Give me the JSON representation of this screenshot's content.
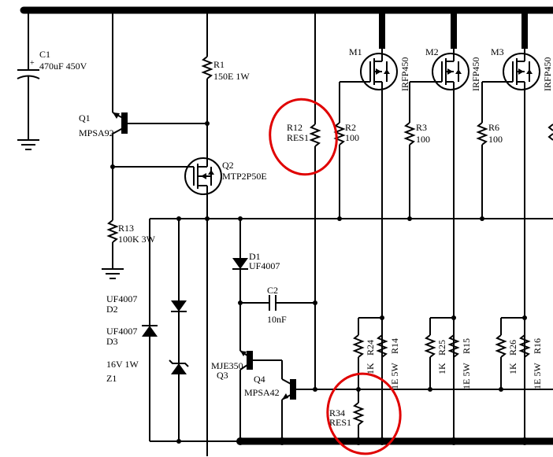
{
  "labels": {
    "c1_name": "C1",
    "c1_plus": "+",
    "c1_value": "470uF 450V",
    "r1_name": "R1",
    "r1_value": "150E 1W",
    "q1_name": "Q1",
    "q1_part": "MPSA92",
    "q2_name": "Q2",
    "q2_part": "MTP2P50E",
    "r13_name": "R13",
    "r13_value": "100K 3W",
    "r12_name": "R12",
    "r12_value": "RES1",
    "r2_name": "R2",
    "r2_value": "100",
    "r3_name": "R3",
    "r3_value": "100",
    "r6_name": "R6",
    "r6_value": "100",
    "m1_name": "M1",
    "m2_name": "M2",
    "m3_name": "M3",
    "m1_part": "IRFP450",
    "m2_part": "IRFP450",
    "m3_part": "IRFP450",
    "d1_name": "D1",
    "d1_part": "UF4007",
    "c2_name": "C2",
    "c2_value": "10nF",
    "d2_part": "UF4007",
    "d2_name": "D2",
    "d3_part": "UF4007",
    "d3_name": "D3",
    "z1_value": "16V 1W",
    "z1_name": "Z1",
    "q3_part": "MJE350",
    "q3_name": "Q3",
    "q4_name": "Q4",
    "q4_part": "MPSA42",
    "r24_name": "R24",
    "r24_value": "1K",
    "r14_name": "R14",
    "r14_value": "1E 5W",
    "r25_name": "R25",
    "r25_value": "1K",
    "r15_name": "R15",
    "r15_value": "1E 5W",
    "r26_name": "R26",
    "r26_value": "1K",
    "r16_name": "R16",
    "r16_value": "1E 5W",
    "r34_name": "R34",
    "r34_value": "RES1"
  },
  "colors": {
    "wire": "#000000",
    "highlight": "#e00000",
    "background": "#ffffff"
  }
}
